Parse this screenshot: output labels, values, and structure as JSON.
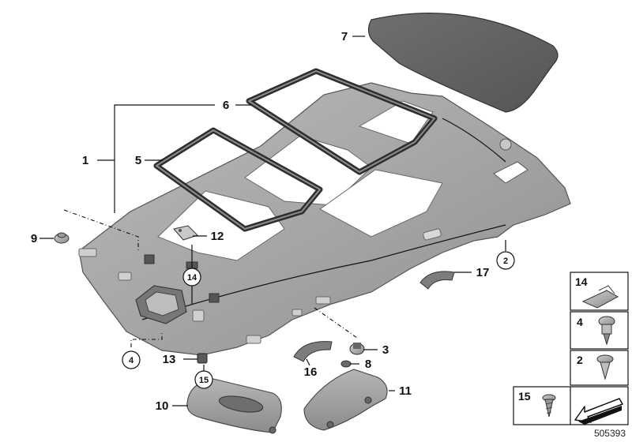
{
  "diagram": {
    "document_number": "505393",
    "callouts": {
      "c1": "1",
      "c2": "2",
      "c3": "3",
      "c4": "4",
      "c5": "5",
      "c6": "6",
      "c7": "7",
      "c8": "8",
      "c9": "9",
      "c10": "10",
      "c11": "11",
      "c12": "12",
      "c13": "13",
      "c14": "14",
      "c15": "15",
      "c16": "16",
      "c17": "17"
    },
    "legend": {
      "item14": "14",
      "item4": "4",
      "item2": "2",
      "item15": "15"
    }
  }
}
